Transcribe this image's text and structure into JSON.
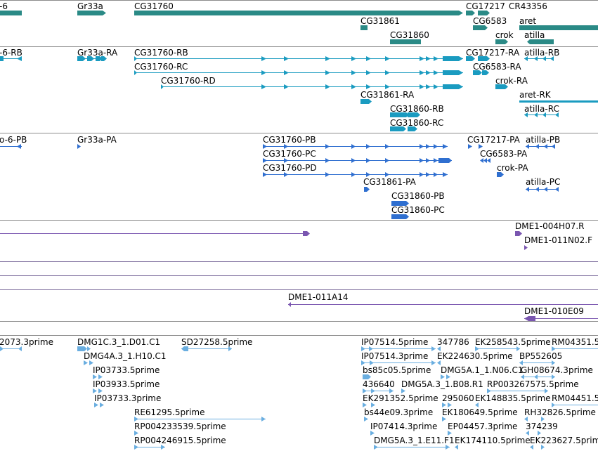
{
  "colors": {
    "gene": "#2a8a86",
    "transcript": "#1a9bc0",
    "protein": "#2f6fd0",
    "clone": "#7a56b0",
    "est": "#6aaee0",
    "divider": "#8c8c8c",
    "purple_divider": "#7a6a9a"
  },
  "tracks": {
    "genes": {
      "labels": [
        "-6",
        "Gr33a",
        "CG31760",
        "CG17217",
        "CR43356",
        "CG31861",
        "CG6583",
        "aret",
        "CG31860",
        "crok",
        "atilla"
      ]
    },
    "transcripts": {
      "labels": [
        "-6-RB",
        "Gr33a-RA",
        "CG31760-RB",
        "CG17217-RA",
        "atilla-RB",
        "CG31760-RC",
        "CG6583-RA",
        "CG31760-RD",
        "crok-RA",
        "CG31861-RA",
        "aret-RK",
        "CG31860-RB",
        "atilla-RC",
        "CG31860-RC"
      ]
    },
    "proteins": {
      "labels": [
        "o-6-PB",
        "Gr33a-PA",
        "CG31760-PB",
        "CG17217-PA",
        "atilla-PB",
        "CG31760-PC",
        "CG6583-PA",
        "CG31760-PD",
        "crok-PA",
        "CG31861-PA",
        "atilla-PC",
        "CG31860-PB",
        "CG31860-PC"
      ]
    },
    "clones_a": {
      "labels": [
        "DME1-004H07.R",
        "DME1-011N02.F"
      ]
    },
    "clones_b": {
      "labels": [
        "DME1-011A14",
        "DME1-010E09"
      ]
    },
    "ests": {
      "labels": [
        "2073.3prime",
        "DMG1C.3_1.D01.C1",
        "SD27258.5prime",
        "IP07514.5prime",
        "347786",
        "EK258543.5prime",
        "RM04351.5",
        "DMG4A.3_1.H10.C1",
        "IP07514.3prime",
        "EK224630.5prime",
        "BP552605",
        "IP03733.5prime",
        "bs85c05.5prime",
        "DMG5A.1_1.N06.C1",
        "GH08674.3prime",
        "IP03933.5prime",
        "436640",
        "DMG5A.3_1.B08.R1",
        "RP003267575.5prime",
        "IP03733.3prime",
        "EK291352.5prime",
        "295060",
        "EK148835.5prime",
        "RM04451.5",
        "RE61295.5prime",
        "bs44e09.3prime",
        "EK180649.5prime",
        "RH32826.5prime",
        "RP004233539.5prime",
        "IP07414.3prime",
        "EP04457.3prime",
        "374239",
        "RP004246915.5prime",
        "DMG5A.3_1.E11.F1",
        "EK174110.5prime",
        "EK223627.5prime"
      ]
    }
  }
}
